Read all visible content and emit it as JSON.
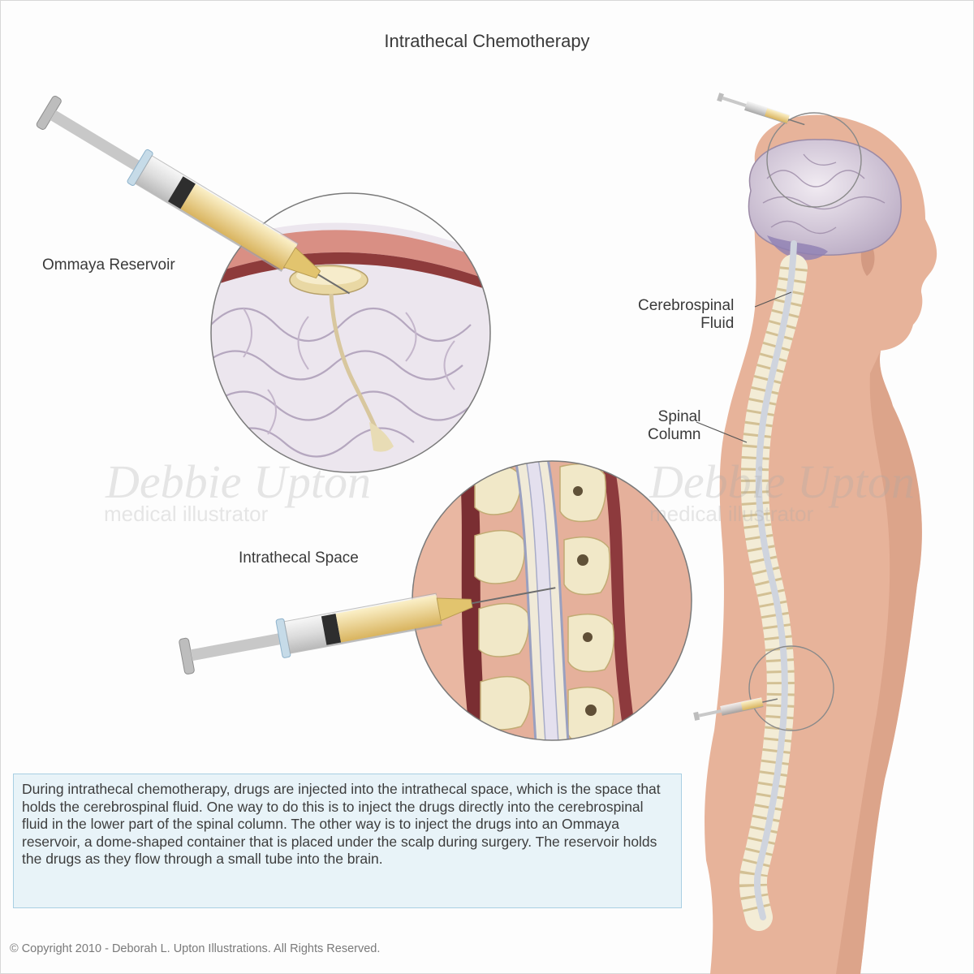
{
  "title": "Intrathecal Chemotherapy",
  "labels": {
    "ommaya": "Ommaya Reservoir",
    "intrathecal": "Intrathecal Space",
    "csf": "Cerebrospinal\nFluid",
    "spinal": "Spinal\nColumn"
  },
  "description": "During intrathecal chemotherapy, drugs are injected into the intrathecal space, which is the space that holds the cerebrospinal fluid. One way to do this is to inject the drugs directly into the cerebrospinal fluid in the lower part of the spinal column. The other way is to inject the drugs into an Ommaya reservoir, a dome-shaped container that is placed under the scalp during surgery. The reservoir holds the drugs as they flow through a small tube into the brain.",
  "copyright": "© Copyright 2010 - Deborah L. Upton Illustrations. All Rights Reserved.",
  "watermark": {
    "name": "Debbie Upton",
    "role": "medical illustrator"
  },
  "colors": {
    "skin": "#e3ad92",
    "skin_dark": "#c88c72",
    "brain": "#ddd3df",
    "brain_dark": "#a898b0",
    "bone": "#efe7c8",
    "fluid": "#ebd290",
    "accent_box": "#e8f3f8"
  }
}
